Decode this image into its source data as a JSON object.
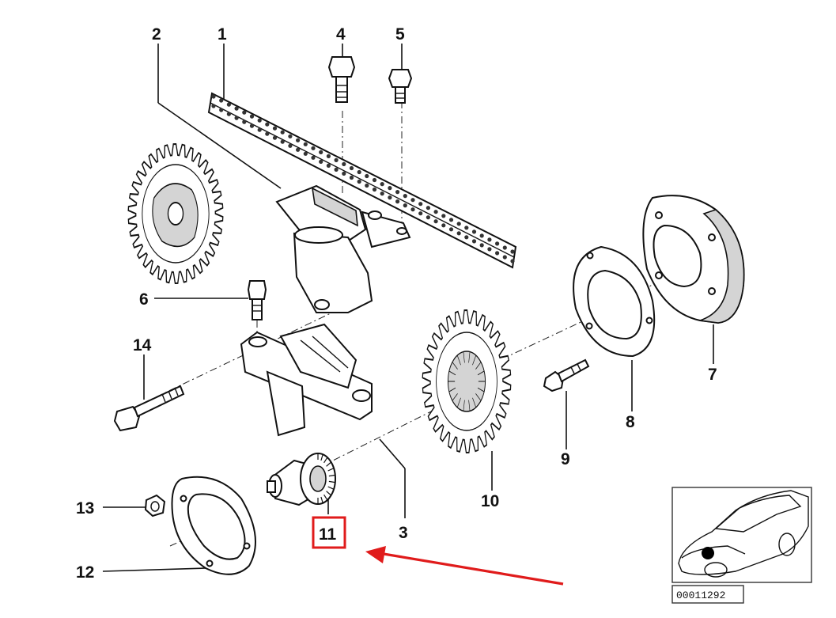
{
  "callouts": {
    "c1": "1",
    "c2": "2",
    "c3": "3",
    "c4": "4",
    "c5": "5",
    "c6": "6",
    "c7": "7",
    "c8": "8",
    "c9": "9",
    "c10": "10",
    "c11": "11",
    "c12": "12",
    "c13": "13",
    "c14": "14"
  },
  "highlight": {
    "part": "11",
    "color": "#e01b1b"
  },
  "inset": {
    "code": "00011292"
  }
}
